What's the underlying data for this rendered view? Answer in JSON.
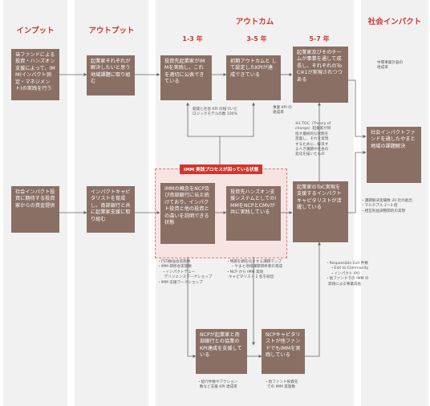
{
  "headers": {
    "input": "インプット",
    "output": "アウトプット",
    "outcome": "アウトカム",
    "impact": "社会インパクト"
  },
  "periods": [
    "1-3 年",
    "3-5 年",
    "5-7 年"
  ],
  "boxes": {
    "input_top": "当ファンドによる投資・ハンズオン支援によって、IMM(インパクト測定・マネジメント)の実践を行う",
    "input_bottom": "社会インパクト投資に期待する投資家からの資金提供",
    "output_top": "起業家それぞれが解決したいと思う地域課題に取り組む",
    "output_bottom": "インパクトキャピタリストを育成し、南部銀行と共に起業家支援に取り組む",
    "out1_top": "投資先起業家がIMMを実践し、これを適切に公表できている",
    "out2_top": "初期アウトカムと して設定したKPIが達成できている",
    "out3_top": "起業家及びそのチームが事業を通して成長し、それぞれのToC※1が実現されつつある",
    "imm_left": "IMMの概念をNCP及び南部銀行に伝え続けており、インパクト投資と他の投資との違いを説明できる状態",
    "imm_right": "投資先ハンズオン支援システムとしてのIMMをNCPとCMVが共に実践している",
    "out3_bottom": "起業家のToC実現を支援するインパクトキャピタリストが活躍している",
    "impact": "社会インパクトファンドを通したやまと地域の課題解決",
    "ncp_left": "NCPが起業家と南部銀行との協業の KPI達成を支援している",
    "ncp_right": "NCPキャピタリストが他ファンドでもIMMを実践している"
  },
  "imm_title": "IMM 実践プロセスが回っている状態",
  "notes": {
    "kpi_logic": "開発と社会 KPI の紐づいた\nロジックモデルの数 100%",
    "enterprise_growth": "事業 KPI の\n達成率",
    "toc_footnote": "※1 TOC（Theory of\nchange）起業家が目\n指す最終的な状態を\n定義し、それを実現\nするために、解決す\nるべき課題や社会の\n変化を描いたもの",
    "impact_top": "中間事業計画の\n達成率",
    "impact_bottom": "・課題解決実績数 30 社の創出\n・マルチブル 2〜3 倍\n・相互利益調整関的の実現",
    "imm_left_bottom": "・行内勉強会実施数\n・IMM 研修会実施数\n    ・インパクトデュー\n      デリジェンスワークショップ\n・IMM 支援ワークショップ",
    "imm_right_bottom": "・問題を顕在化させる課題マップ\n    ・やまと地域課題研修者の育成\n・NCP から IMM 実践\n  キャピタリスト 2 名を創出",
    "exit": "・Responsible Exit 件数\n    ・Exit to Community\n    ・インパクト IPO\n・他ファンドでの IMM の\n  実践による事業成長",
    "ncp_left_bottom": "・紹介件数やアクション\n  数など支援 KPI 達成率",
    "ncp_right_bottom": "・他ファンド投資先\n  での IMM 実施数"
  }
}
